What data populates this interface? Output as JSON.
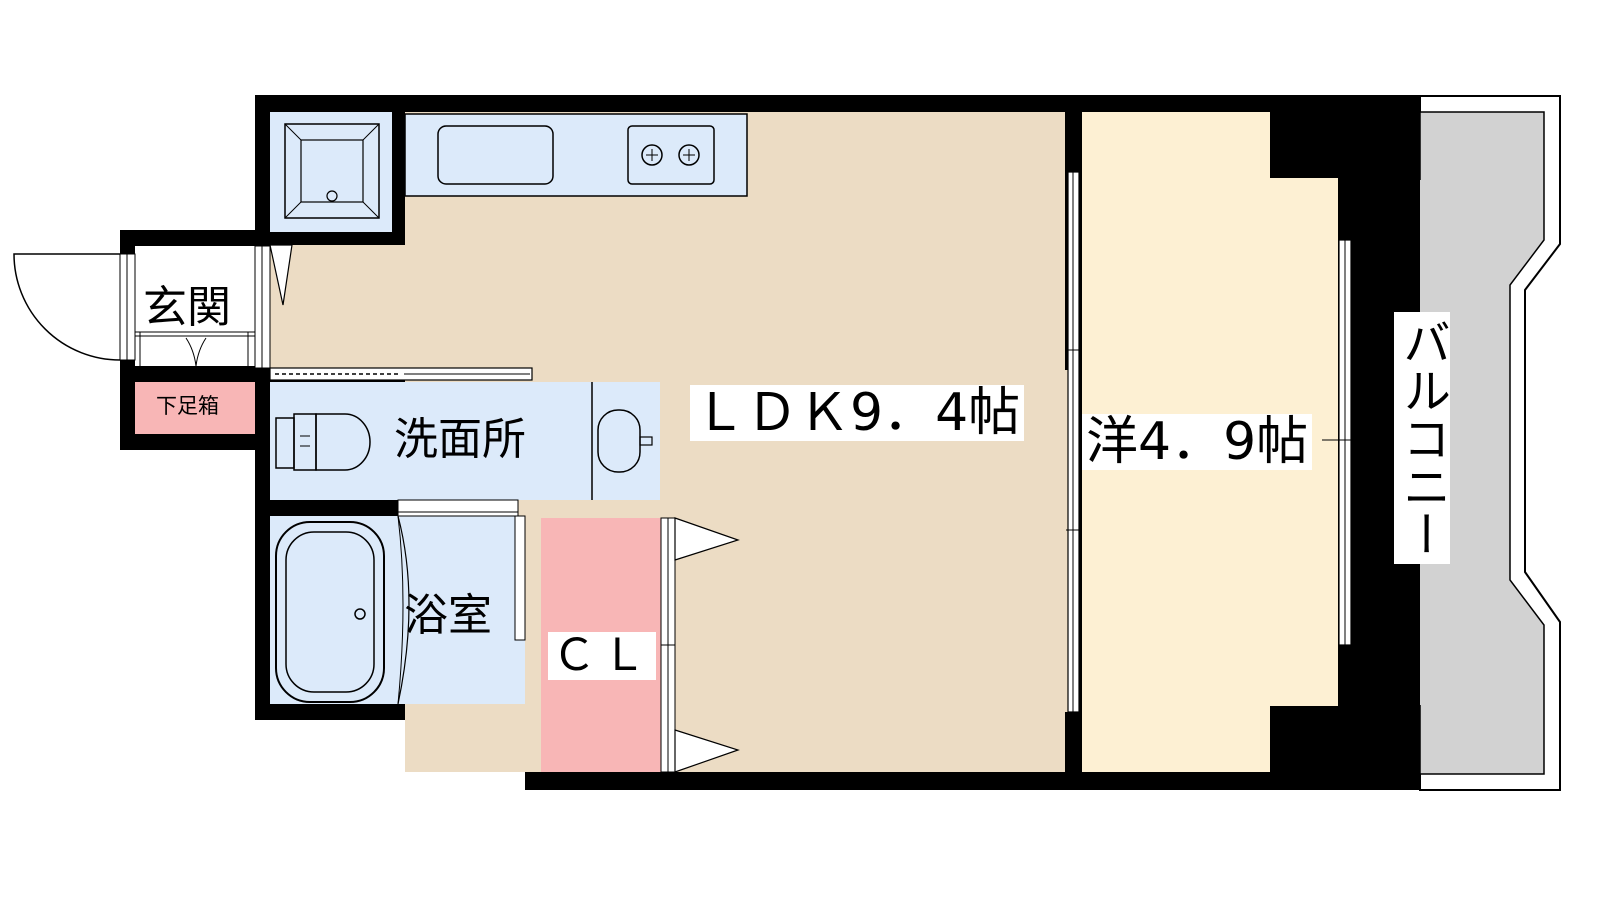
{
  "floorplan": {
    "rooms": {
      "ldk": "ＬＤＫ9．4帖",
      "western": "洋4．9帖",
      "entrance": "玄関",
      "shoe_box": "下足箱",
      "washroom": "洗面所",
      "bathroom": "浴室",
      "closet": "ＣＬ",
      "balcony": "バルコニー"
    },
    "colors": {
      "ldk": "#ecdcc4",
      "western": "#fdf0d3",
      "wet_area": "#dceafa",
      "storage": "#f8b6b6",
      "balcony": "#d2d2d2",
      "wall": "#000000"
    }
  }
}
